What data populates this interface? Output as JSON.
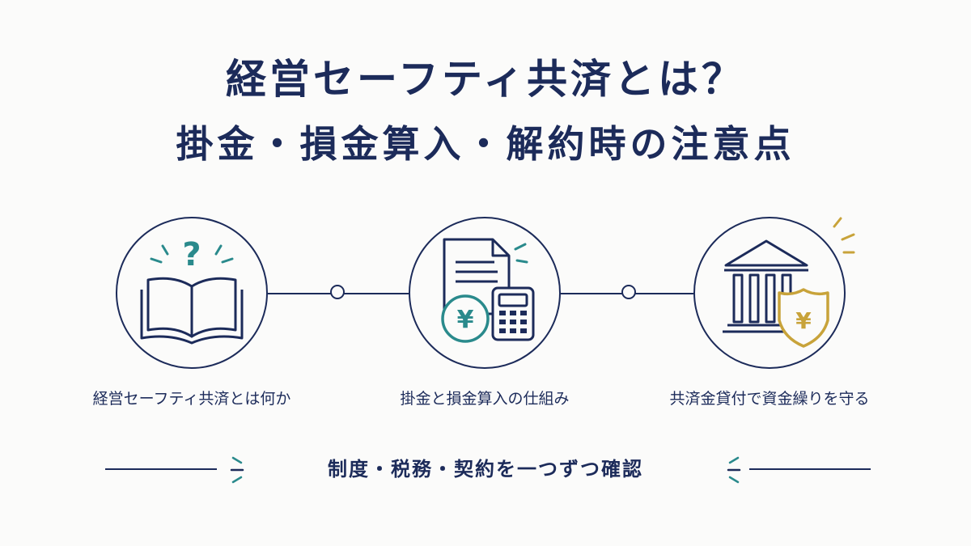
{
  "title": {
    "line1": "経営セーフティ共済とは？",
    "line2": "掛金・損金算入・解約時の注意点"
  },
  "steps": [
    {
      "caption": "経営セーフティ共済とは何か",
      "icon": "open-book-question-icon"
    },
    {
      "caption": "掛金と損金算入の仕組み",
      "icon": "document-yen-calculator-icon"
    },
    {
      "caption": "共済金貸付で資金繰りを守る",
      "icon": "bank-shield-yen-icon"
    }
  ],
  "footer": {
    "text": "制度・税務・契約を一つずつ確認"
  },
  "colors": {
    "navy": "#1c2b5a",
    "teal": "#2a8a8c",
    "gold": "#c8a33a",
    "background": "#fbfbfa"
  }
}
